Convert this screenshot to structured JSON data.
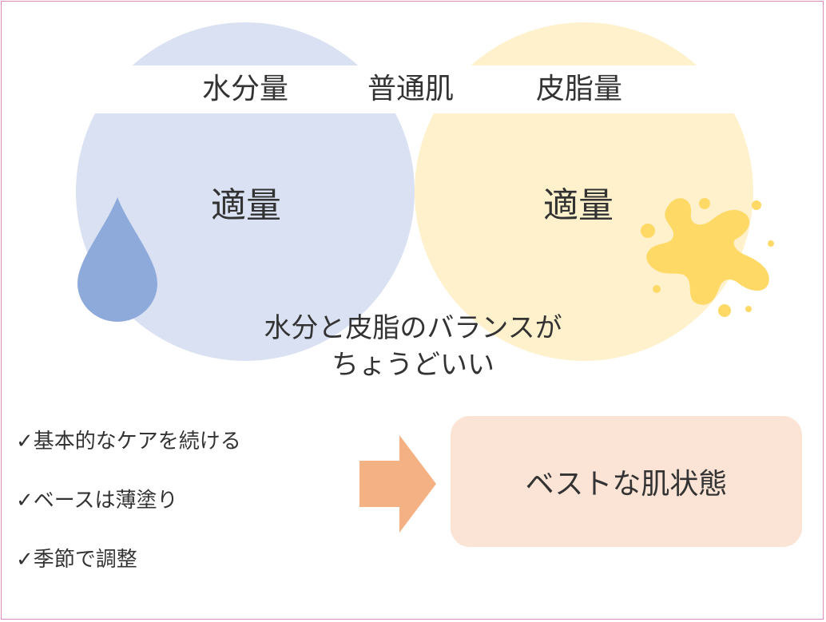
{
  "left": {
    "header": "水分量",
    "amount": "適量",
    "icon": "water-drop-icon",
    "color": "#d9e1f2",
    "icon_color": "#8eaadb"
  },
  "center": {
    "header": "普通肌"
  },
  "right": {
    "header": "皮脂量",
    "amount": "適量",
    "icon": "oil-splash-icon",
    "color": "#fff1cc",
    "icon_color": "#ffd966"
  },
  "balance": {
    "line1": "水分と皮脂のバランスが",
    "line2": "ちょうどいい"
  },
  "checklist": [
    "✓基本的なケアを続ける",
    "✓ベースは薄塗り",
    "✓季節で調整"
  ],
  "arrow": {
    "icon": "arrow-right-icon",
    "color": "#f4b183"
  },
  "result": {
    "label": "ベストな肌状態",
    "color": "#fbe3d5"
  }
}
